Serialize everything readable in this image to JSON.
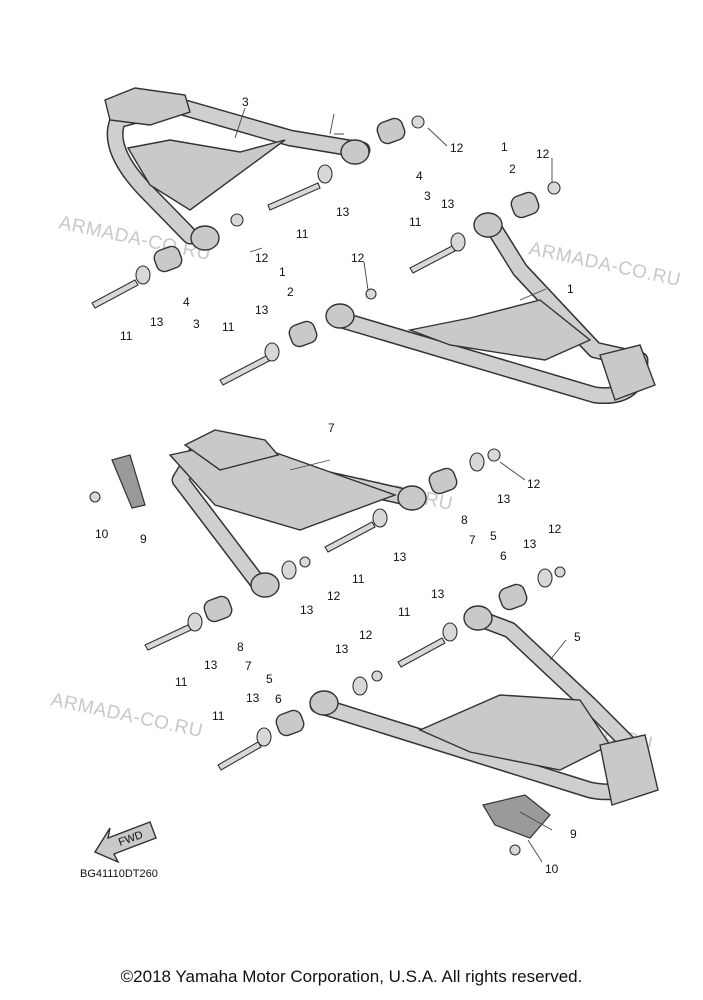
{
  "diagram": {
    "code": "BG41110DT260",
    "fwd_label": "FWD",
    "watermark": "ARMADA-CO.RU",
    "callouts": {
      "c3": "3",
      "c12a": "12",
      "c1a": "1",
      "c2a": "2",
      "c12b": "12",
      "c4a": "4",
      "c3b": "3",
      "c13a": "13",
      "c11a": "11",
      "c13b": "13",
      "c11b": "11",
      "c12c": "12",
      "c1b": "1",
      "c2b": "2",
      "c12d": "12",
      "c1c": "1",
      "c4b": "4",
      "c3c": "3",
      "c11c": "11",
      "c13c": "13",
      "c13d": "13",
      "c11d": "11",
      "c7": "7",
      "c12e": "12",
      "c13e": "13",
      "c10a": "10",
      "c9a": "9",
      "c8a": "8",
      "c7b": "7",
      "c13f": "13",
      "c5a": "5",
      "c6a": "6",
      "c13g": "13",
      "c12f": "12",
      "c11e": "11",
      "c12g": "12",
      "c13h": "13",
      "c11f": "11",
      "c13i": "13",
      "c12h": "12",
      "c8b": "8",
      "c7c": "7",
      "c13j": "13",
      "c11g": "11",
      "c5b": "5",
      "c5c": "5",
      "c6b": "6",
      "c13k": "13",
      "c11h": "11",
      "c9b": "9",
      "c10b": "10"
    }
  },
  "footer": {
    "copyright": "©2018 Yamaha Motor Corporation, U.S.A. All rights reserved."
  }
}
